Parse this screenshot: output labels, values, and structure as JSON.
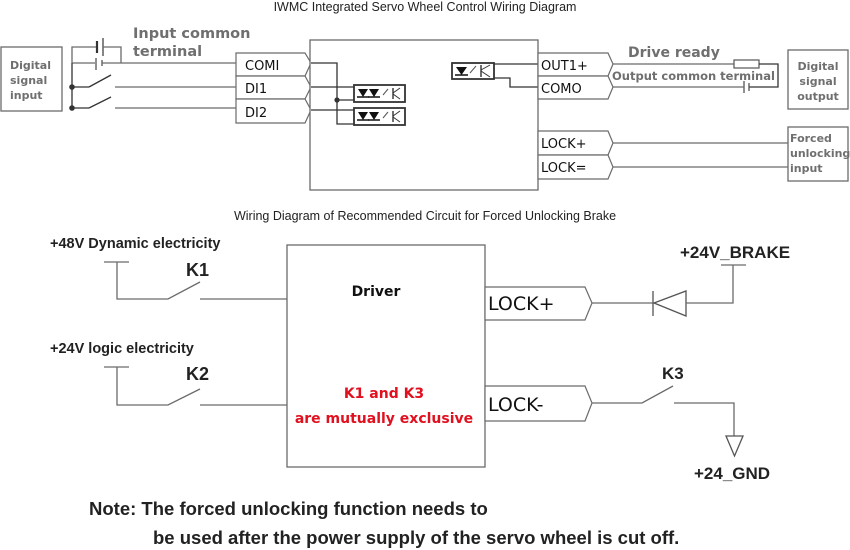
{
  "titles": {
    "top": "IWMC Integrated Servo Wheel Control Wiring Diagram",
    "bottom": "Wiring Diagram of Recommended Circuit for Forced Unlocking Brake"
  },
  "top_diagram": {
    "input_box": [
      "Digital",
      "signal",
      "input"
    ],
    "input_common_label": [
      "Input common",
      "terminal"
    ],
    "input_pins": [
      "COMI",
      "DI1",
      "DI2"
    ],
    "output_pins": [
      "OUT1+",
      "COMO"
    ],
    "lock_pins": [
      "LOCK+",
      "LOCK="
    ],
    "drive_ready_label": "Drive ready",
    "output_common_label": "Output common terminal",
    "output_box": [
      "Digital",
      "signal",
      "output"
    ],
    "forced_box": [
      "Forced",
      "unlocking",
      "input"
    ]
  },
  "bottom_diagram": {
    "supply_48v": "+48V Dynamic electricity",
    "supply_24v": "+24V logic electricity",
    "switch_k1": "K1",
    "switch_k2": "K2",
    "switch_k3": "K3",
    "driver_label": "Driver",
    "exclusive_note": [
      "K1 and K3",
      "are mutually exclusive"
    ],
    "lock_plus": "LOCK+",
    "lock_minus": "LOCK-",
    "brake_supply": "+24V_BRAKE",
    "ground": "+24_GND"
  },
  "note": [
    "Note: The forced unlocking function needs to",
    "be used after the power supply of the servo wheel is cut off."
  ],
  "colors": {
    "wire": "#6b6b6b",
    "warning_text": "#e0101f"
  }
}
